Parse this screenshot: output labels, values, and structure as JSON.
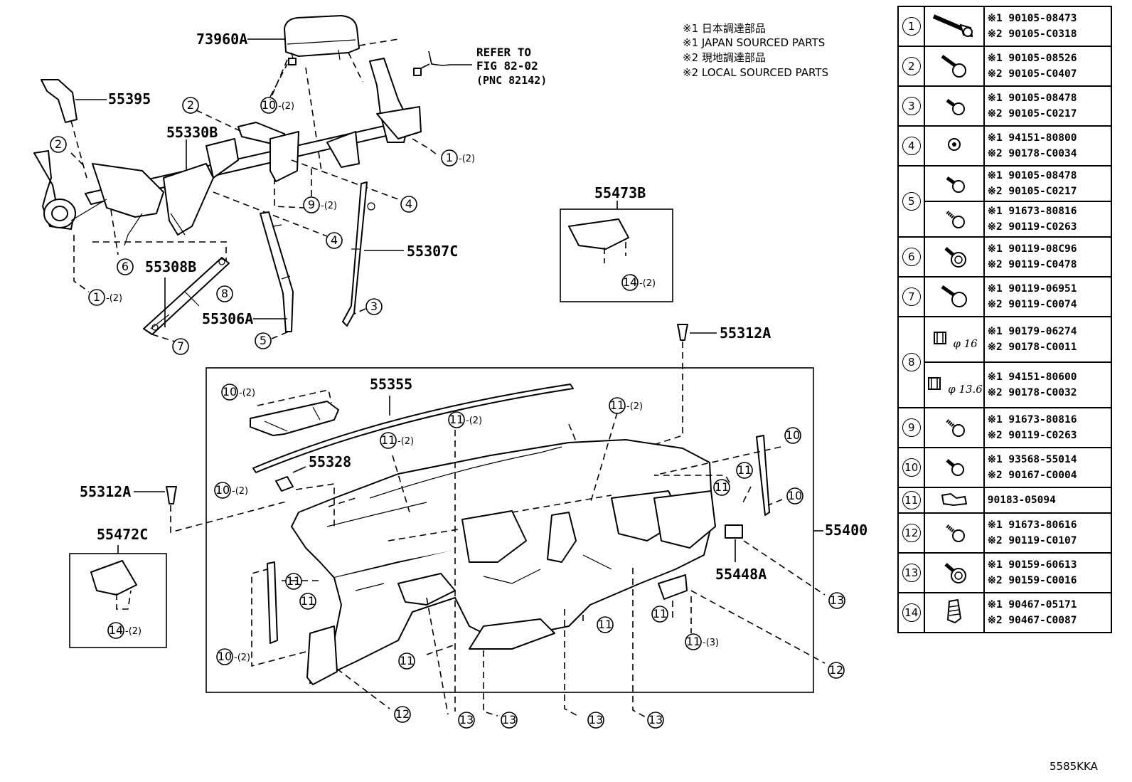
{
  "notes": [
    "※1 日本調達部品",
    "※1 JAPAN SOURCED PARTS",
    "※2 現地調達部品",
    "※2 LOCAL SOURCED PARTS"
  ],
  "refer": {
    "line1": "REFER TO",
    "line2": "FIG 82-02",
    "line3": "(PNC 82142)"
  },
  "part_labels": {
    "p73960A": "73960A",
    "p55395": "55395",
    "p55330B": "55330B",
    "p55473B": "55473B",
    "p55307C": "55307C",
    "p55308B": "55308B",
    "p55306A": "55306A",
    "p55312A_top": "55312A",
    "p55312A_left": "55312A",
    "p55355": "55355",
    "p55328": "55328",
    "p55472C": "55472C",
    "p55400": "55400",
    "p55448A": "55448A"
  },
  "callouts": {
    "c10_2_top": {
      "num": "10",
      "qty": "-(2)"
    },
    "c2_a": {
      "num": "2",
      "qty": ""
    },
    "c2_b": {
      "num": "2",
      "qty": ""
    },
    "c1_2_right": {
      "num": "1",
      "qty": "-(2)"
    },
    "c9_2": {
      "num": "9",
      "qty": "-(2)"
    },
    "c4_a": {
      "num": "4",
      "qty": ""
    },
    "c4_b": {
      "num": "4",
      "qty": ""
    },
    "c6": {
      "num": "6",
      "qty": ""
    },
    "c8": {
      "num": "8",
      "qty": ""
    },
    "c1_2_left": {
      "num": "1",
      "qty": "-(2)"
    },
    "c7": {
      "num": "7",
      "qty": ""
    },
    "c5": {
      "num": "5",
      "qty": ""
    },
    "c3": {
      "num": "3",
      "qty": ""
    },
    "c14_2_right": {
      "num": "14",
      "qty": "-(2)"
    },
    "c10_2_dash_a": {
      "num": "10",
      "qty": "-(2)"
    },
    "c11_2_a": {
      "num": "11",
      "qty": "-(2)"
    },
    "c11_2_b": {
      "num": "11",
      "qty": "-(2)"
    },
    "c11_2_c": {
      "num": "11",
      "qty": "-(2)"
    },
    "c10_r1": {
      "num": "10",
      "qty": ""
    },
    "c11_r1": {
      "num": "11",
      "qty": ""
    },
    "c11_r2": {
      "num": "11",
      "qty": ""
    },
    "c10_r2": {
      "num": "10",
      "qty": ""
    },
    "c10_2_mid": {
      "num": "10",
      "qty": "-(2)"
    },
    "c11_l1": {
      "num": "11",
      "qty": ""
    },
    "c11_l2": {
      "num": "11",
      "qty": ""
    },
    "c10_2_low": {
      "num": "10",
      "qty": "-(2)"
    },
    "c11_b1": {
      "num": "11",
      "qty": ""
    },
    "c11_b2": {
      "num": "11",
      "qty": ""
    },
    "c11_b3": {
      "num": "11",
      "qty": ""
    },
    "c11_3": {
      "num": "11",
      "qty": "-(3)"
    },
    "c13_r": {
      "num": "13",
      "qty": ""
    },
    "c12_r": {
      "num": "12",
      "qty": ""
    },
    "c12_b": {
      "num": "12",
      "qty": ""
    },
    "c13_b1": {
      "num": "13",
      "qty": ""
    },
    "c13_b2": {
      "num": "13",
      "qty": ""
    },
    "c13_b3": {
      "num": "13",
      "qty": ""
    },
    "c13_b4": {
      "num": "13",
      "qty": ""
    },
    "c14_2_left": {
      "num": "14",
      "qty": "-(2)"
    }
  },
  "legend": [
    {
      "no": "1",
      "icon": "flange-bolt-long-icon",
      "pn": [
        "※1 90105-08473",
        "※2 90105-C0318"
      ]
    },
    {
      "no": "2",
      "icon": "flange-bolt-icon",
      "pn": [
        "※1 90105-08526",
        "※2 90105-C0407"
      ]
    },
    {
      "no": "3",
      "icon": "flange-bolt-short-icon",
      "pn": [
        "※1 90105-08478",
        "※2 90105-C0217"
      ]
    },
    {
      "no": "4",
      "icon": "flange-nut-icon",
      "pn": [
        "※1 94151-80800",
        "※2 90178-C0034"
      ]
    },
    {
      "no": "5",
      "icon": "flange-bolt-short-icon",
      "pn": [
        "※1 90105-08478",
        "※2 90105-C0217"
      ],
      "sub": {
        "icon": "tapping-screw-icon",
        "pn": [
          "※1 91673-80816",
          "※2 90119-C0263"
        ]
      }
    },
    {
      "no": "6",
      "icon": "washer-screw-icon",
      "pn": [
        "※1 90119-08C96",
        "※2 90119-C0478"
      ]
    },
    {
      "no": "7",
      "icon": "washer-screw-long-icon",
      "pn": [
        "※1 90119-06951",
        "※2 90119-C0074"
      ]
    },
    {
      "no": "8",
      "icon": "nut-16-icon",
      "dia": "16",
      "pn": [
        "※1 90179-06274",
        "※2 90178-C0011"
      ],
      "sub": {
        "icon": "nut-13-6-icon",
        "dia": "13.6",
        "pn": [
          "※1 94151-80600",
          "※2 90178-C0032"
        ]
      }
    },
    {
      "no": "9",
      "icon": "tapping-screw-icon",
      "pn": [
        "※1 91673-80816",
        "※2 90119-C0263"
      ]
    },
    {
      "no": "10",
      "icon": "pan-screw-icon",
      "pn": [
        "※1 93568-55014",
        "※2 90167-C0004"
      ]
    },
    {
      "no": "11",
      "icon": "speed-nut-icon",
      "pn": [
        "90183-05094"
      ]
    },
    {
      "no": "12",
      "icon": "tapping-screw-icon",
      "pn": [
        "※1 91673-80616",
        "※2 90119-C0107"
      ]
    },
    {
      "no": "13",
      "icon": "washer-screw-icon",
      "pn": [
        "※1 90159-60613",
        "※2 90159-C0016"
      ]
    },
    {
      "no": "14",
      "icon": "clip-icon",
      "pn": [
        "※1 90467-05171",
        "※2 90467-C0087"
      ]
    }
  ],
  "figure_code": "5585KKA"
}
